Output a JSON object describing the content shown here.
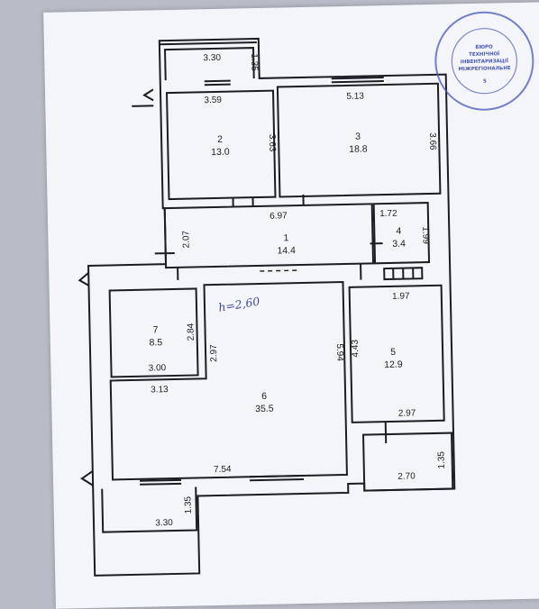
{
  "rooms": [
    {
      "number": "1",
      "area": "14.4"
    },
    {
      "number": "2",
      "area": "13.0"
    },
    {
      "number": "3",
      "area": "18.8"
    },
    {
      "number": "4",
      "area": "3.4"
    },
    {
      "number": "5",
      "area": "12.9"
    },
    {
      "number": "6",
      "area": "35.5"
    },
    {
      "number": "7",
      "area": "8.5"
    }
  ],
  "dimensions": {
    "balcony_top_width": "3.30",
    "balcony_top_depth": "1.35",
    "room2_width": "3.59",
    "room2_depth": "3.63",
    "room3_width": "5.13",
    "room3_depth": "3.66",
    "corridor_width": "6.97",
    "corridor_depth": "2.07",
    "room4_width": "1.72",
    "room4_depth": "1.99",
    "room5_width": "1.97",
    "room5_depth": "4.43",
    "room5_bottom_width": "2.97",
    "room7_depth": "2.84",
    "room7_width": "3.00",
    "room6_left_height": "2.97",
    "room6_top_width": "3.13",
    "room6_right_height": "5.94",
    "room6_bottom_width": "7.54",
    "balcony_right_width": "2.70",
    "balcony_right_depth": "1.35",
    "balcony_bottom_width": "3.30",
    "balcony_bottom_depth": "1.35"
  },
  "ceiling_height_note": "h=2,60",
  "stamp": {
    "lines": [
      "БЮРО",
      "ТЕХНІЧНОЇ",
      "ІНВЕНТАРИЗАЦІЇ",
      "МІЖРЕГІОНАЛЬНЕ"
    ],
    "number": "5"
  },
  "colors": {
    "ink": "#1c1c24",
    "handwriting": "#3d4aa8",
    "stamp": "#4a56b8",
    "paper": "#f4f5f9"
  }
}
